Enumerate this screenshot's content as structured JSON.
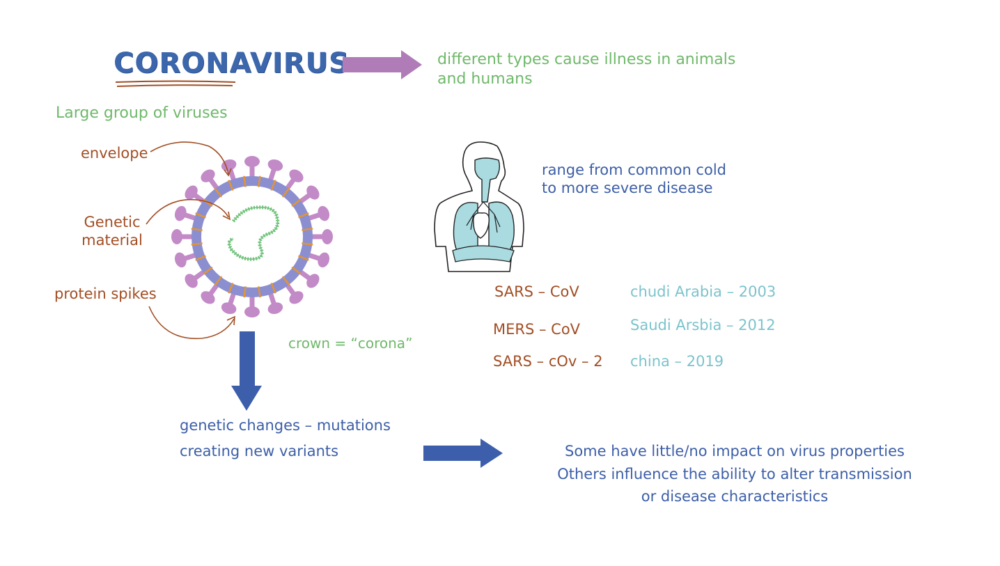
{
  "title": "CORONAVIRUS",
  "types_text": [
    "different types cause illness in animals",
    "and humans"
  ],
  "group_text": "Large group of viruses",
  "virus_labels": {
    "envelope": "envelope",
    "genetic": [
      "Genetic",
      "material"
    ],
    "spikes": "protein spikes"
  },
  "crown_text": "crown = “corona”",
  "range_text": [
    "range from common cold",
    "to more severe disease"
  ],
  "variants": [
    {
      "name": "SARS – CoV",
      "origin": "chudi Arabia – 2003"
    },
    {
      "name": "MERS – CoV",
      "origin": "Saudi Arsbia – 2012"
    },
    {
      "name": "SARS – cOv – 2",
      "origin": "china – 2019"
    }
  ],
  "mutations_text": [
    "genetic changes – mutations",
    "creating new variants"
  ],
  "impact_text": [
    "Some have little/no impact on virus properties",
    "Others influence the ability to alter transmission",
    "or disease characteristics"
  ],
  "colors": {
    "title": "#3c67ad",
    "green_text": "#6fb86a",
    "brown_text": "#a24e24",
    "blue_text": "#3c5ea7",
    "teal_text": "#7cc3cc",
    "purple_arrow": "#b07cb8",
    "blue_arrow": "#3c5eab",
    "virus_ring": "#8b8fd0",
    "virus_spikes": "#c28ac6",
    "virus_ring_marks": "#e59432",
    "rna": "#6fc27a",
    "lungs": "#a9dbe0"
  },
  "icons": [
    "virus-illustration",
    "human-respiratory-system-icon",
    "arrow-right-icon",
    "arrow-down-icon"
  ]
}
